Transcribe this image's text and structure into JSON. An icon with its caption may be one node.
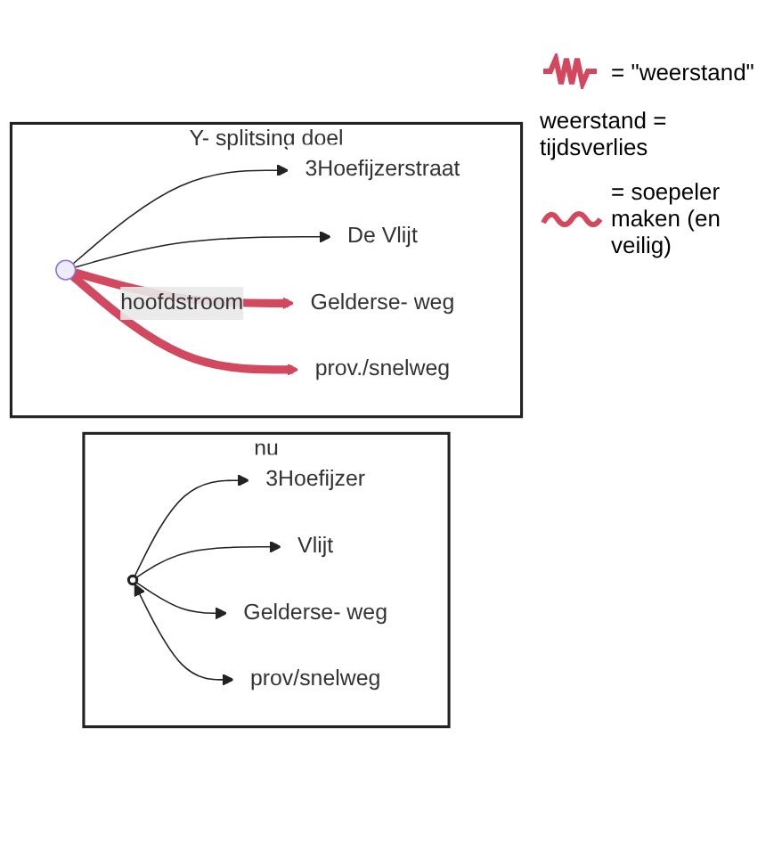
{
  "diagram": {
    "nodes": [
      {
        "text": [
          "nu"
        ]
      },
      {
        "text": [
          "3Hoefijzer"
        ],
        "in": 0
      },
      {
        "text": [
          "Vlijt"
        ],
        "in": 0
      },
      {
        "text": [],
        "shape": "circle",
        "in": 0
      },
      {
        "text": [
          "Gelderse- weg"
        ],
        "in": 0
      },
      {
        "text": [
          "prov/snelweg"
        ],
        "in": 0
      },
      {
        "text": [
          "Y- splitsing doel"
        ]
      },
      {
        "text": [
          "3Hoefijzerstraat"
        ],
        "in": 6
      },
      {
        "text": [],
        "shape": "dot",
        "in": 6
      },
      {
        "text": [
          "De Vlijt"
        ],
        "in": 6
      },
      {
        "text": [
          "Gelderse- weg"
        ],
        "in": 6
      },
      {
        "text": [
          "prov./snelweg"
        ],
        "in": 6
      }
    ],
    "edges": [
      {
        "from": 3,
        "to": 1,
        "arrow": "to"
      },
      {
        "from": 3,
        "to": 2,
        "arrow": "to"
      },
      {
        "from": 3,
        "to": 4,
        "arrow": "to"
      },
      {
        "from": 3,
        "to": 5,
        "arrow": "both"
      },
      {
        "from": 8,
        "to": 7,
        "arrow": "to"
      },
      {
        "from": 8,
        "to": 9,
        "arrow": "to"
      },
      {
        "from": 8,
        "to": 10,
        "arrow": "to",
        "label": "hoofdstroom",
        "style": "thick",
        "color": "#d1485f"
      },
      {
        "from": 8,
        "to": 11,
        "arrow": "to",
        "style": "thick",
        "color": "#d1485f"
      }
    ],
    "labels": [
      "weerstand = tijdsverlies"
    ],
    "legend": [
      {
        "text": "= \"weerstand\""
      },
      {
        "text": "= soepeler maken (en veilig)"
      }
    ]
  }
}
